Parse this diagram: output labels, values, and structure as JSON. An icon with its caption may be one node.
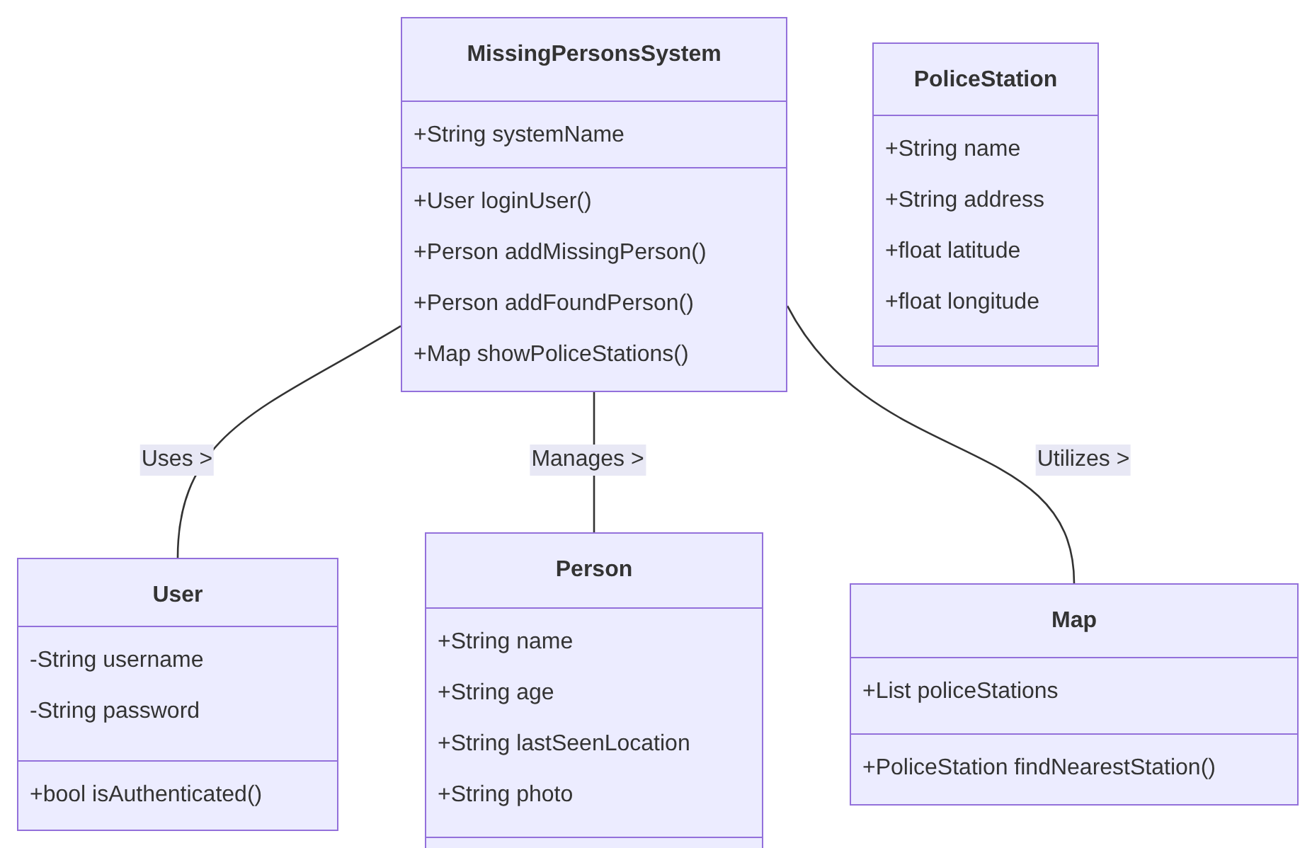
{
  "diagram": {
    "nodes": [
      {
        "text": [
          "MissingPersonsSystem"
        ]
      },
      {
        "text": [
          "+String systemName"
        ],
        "in": 0
      },
      {
        "text": [
          "+User loginUser()",
          "+Person addMissingPerson()",
          "+Person addFoundPerson()",
          "+Map showPoliceStations()"
        ],
        "in": 0
      },
      {
        "text": [
          "PoliceStation"
        ]
      },
      {
        "text": [
          "+String name",
          "+String address",
          "+float latitude",
          "+float longitude"
        ],
        "in": 3
      },
      {
        "text": [],
        "shape": "box",
        "in": 3
      },
      {
        "text": [
          "User"
        ]
      },
      {
        "text": [
          "-String username",
          "-String password"
        ],
        "in": 6
      },
      {
        "text": [
          "+bool isAuthenticated()"
        ],
        "in": 6
      },
      {
        "text": [
          "Person"
        ]
      },
      {
        "text": [
          "+String name",
          "+String age",
          "+String lastSeenLocation",
          "+String photo"
        ],
        "in": 9
      },
      {
        "text": [],
        "shape": "box",
        "in": 9
      },
      {
        "text": [
          "Map"
        ]
      },
      {
        "text": [
          "+List policeStations"
        ],
        "in": 12
      },
      {
        "text": [
          "+PoliceStation findNearestStation()"
        ],
        "in": 12
      }
    ],
    "edges": [
      {
        "from": 0,
        "to": 6,
        "arrow": "none",
        "label": "Uses >"
      },
      {
        "from": 0,
        "to": 9,
        "arrow": "none",
        "label": "Manages >"
      },
      {
        "from": 0,
        "to": 12,
        "arrow": "none",
        "label": "Utilizes >"
      }
    ]
  }
}
